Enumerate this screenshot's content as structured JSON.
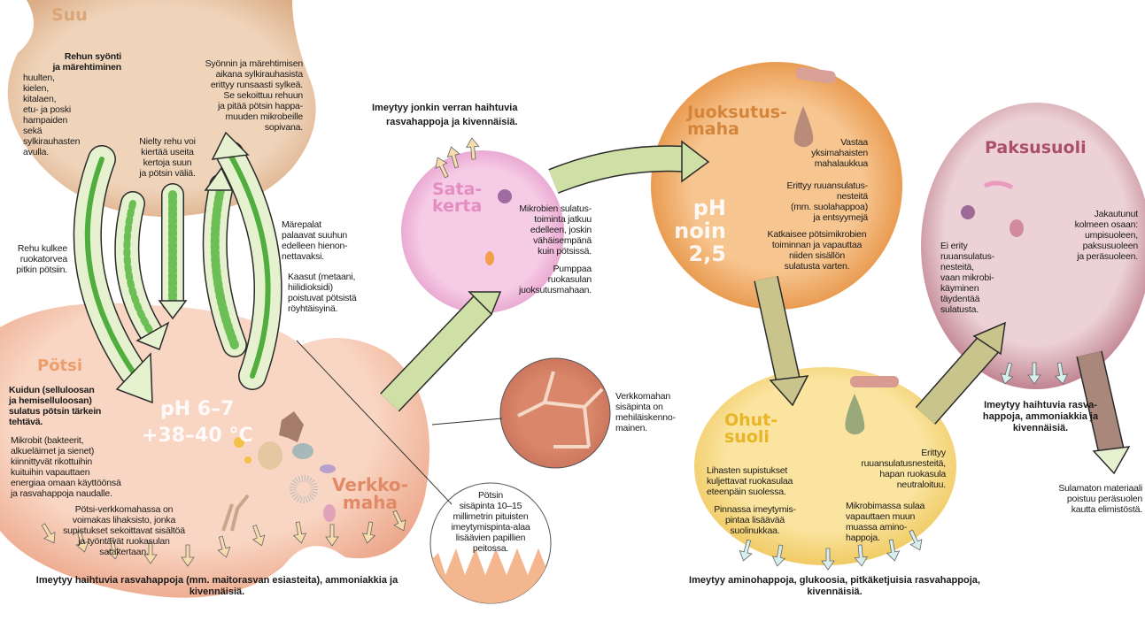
{
  "colors": {
    "mouth": "#eccdb1",
    "rumen": "#f7cdb8",
    "omasum": "#f3c3df",
    "abomasum": "#f5b97c",
    "small_intestine": "#f8dc8c",
    "large_intestine": "#e9c9cf",
    "arrow_green": "#5ab444",
    "absorb_tan": "#f9dcae",
    "absorb_blue": "#d6eeee"
  },
  "suu": {
    "title": "Suu",
    "eating": "Rehun syönti\nja märehtiminen",
    "eating_detail": "huulten,\nkielen,\nkitalaen,\netu- ja poski\nhampaiden\nsekä\nsylkirauhasten\navulla.",
    "saliva": "Syönnin ja märehtimisen\naikana sylkirauhasista\nerittyy runsaasti sylkeä.\nSe sekoittuu rehuun\nja pitää pötsin happa-\nmuuden mikrobeille\nsopivana.",
    "cycle": "Nielty rehu voi\nkiertää useita\nkertoja suun\nja pötsin väliä."
  },
  "esophagus": {
    "down": "Rehu kulkee\nruokatorvea\npitkin pötsiin.",
    "up": "Märepalat\npalaavat suuhun\nedelleen hienon-\nnettavaksi.",
    "gases": "Kaasut (metaani,\nhiilidioksidi)\npoistuvat pötsistä\nröyhtäisyinä."
  },
  "potsi": {
    "title": "Pötsi",
    "ph": "pH 6–7\n+38–40 °C",
    "fiber": "Kuidun (selluloosan\nja hemiselluloosan)\nsulatus pötsin tärkein\ntehtävä.",
    "microbes": "Mikrobit (bakteerit,\nalkueläimet ja sienet)\nkiinnittyvät rikottuihin\nkuituihin vapauttaen\nenergiaa omaan käyttöönsä\nja rasvahappoja naudalle.",
    "muscle": "Pötsi-verkkomahassa on\nvoimakas lihaksisto, jonka\nsupistukset sekoittavat sisältöä\nja  työntävät ruokasulan\nsatakertaan.",
    "absorb": "Imeytyy haihtuvia rasvahappoja (mm. maitorasvan esiasteita), ammoniakkia ja kivennäisiä.",
    "inner_surface": "Pötsin\nsisäpinta 10–15\nmillimetrin pituisten\nimeytymispinta-alaa\nlisäävien papillien\npeitossa."
  },
  "verkkomaha": {
    "title": "Verkko-\nmaha",
    "inner_surface": "Verkkomahan\nsisäpinta on\nmehiläiskenno-\nmainen."
  },
  "satakerta": {
    "title": "Sata-\nkerta",
    "absorb_1": "Imeytyy jonkin verran haihtuvia",
    "absorb_2": "rasvahappoja ja kivennäisiä.",
    "digestion": "Mikrobien sulatus-\ntoiminta jatkuu\nedelleen, joskin\nvähäisempänä\nkuin pötsissä.",
    "pump": "Pumppaa\nruokasulan\njuoksutusmahaan."
  },
  "juoksutusmaha": {
    "title": "Juoksutus-\nmaha",
    "ph": "pH\nnoin\n2,5",
    "equiv": "Vastaa\nyksimahaisten\nmahalaukkua",
    "secretes": "Erittyy ruuansulatus-\nnesteitä\n(mm. suolahappoa)\nja entsyymejä",
    "stops": "Katkaisee pötsimikrobien\ntoiminnan ja vapauttaa\nniiden sisällön\nsulatusta varten."
  },
  "ohutsuoli": {
    "title": "Ohut-\nsuoli",
    "muscle": "Lihasten supistukset\nkuljettavat ruokasulaa\neteenpäin suolessa.",
    "villi": "Pinnassa imeytymis-\npintaa lisäävää\nsuolinukkaa.",
    "secretes": "Erittyy\nruuansulatusnesteitä,\nhapan ruokasula\nneutraloituu.",
    "microbial": "Mikrobimassa sulaa\nvapauttaen muun\nmuassa amino-\nhappoja.",
    "absorb": "Imeytyy aminohappoja, glukoosia, pitkäketjuisia rasvahappoja, kivennäisiä."
  },
  "paksusuoli": {
    "title": "Paksusuoli",
    "parts": "Jakautunut\nkolmeen osaan:\numpisuoleen,\npaksusuoleen\nja peräsuoleen.",
    "fermentation": "Ei erity\nruuansulatus-\nnesteitä,\nvaan mikrobi-\nkäyminen\ntäydentää\nsulatusta.",
    "absorb": "Imeytyy haihtuvia rasva-\nhappoja, ammoniakkia ja\nkivennäisiä.",
    "excretion": "Sulamaton materiaali\npoistuu peräsuolen\nkautta elimistöstä."
  }
}
